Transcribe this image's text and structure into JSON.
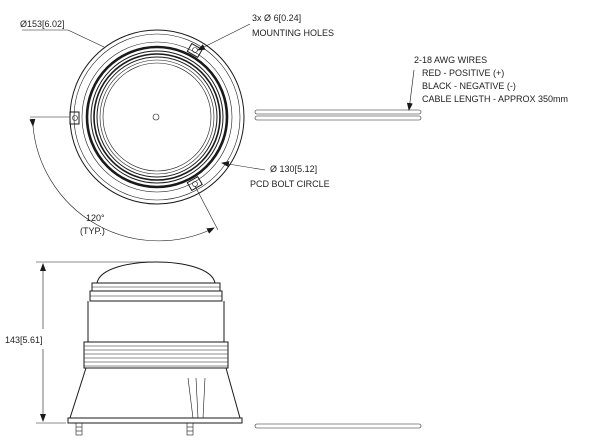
{
  "top_view": {
    "outer_diameter": {
      "symbol": "Ø",
      "value": "153",
      "alt_value": "[6.02]"
    },
    "mounting_holes": {
      "count_prefix": "3x",
      "symbol": "Ø",
      "value": "6",
      "alt_value": "[0.24]",
      "label": "MOUNTING HOLES"
    },
    "bolt_circle": {
      "symbol": "Ø",
      "value": "130",
      "alt_value": "[5.12]",
      "label": "PCD BOLT CIRCLE"
    },
    "angle": {
      "value": "120°",
      "note": "(TYP.)"
    }
  },
  "wires": {
    "lines": [
      "2-18 AWG WIRES",
      "RED - POSITIVE (+)",
      "BLACK - NEGATIVE (-)",
      "CABLE LENGTH - APPROX 350mm"
    ]
  },
  "side_view": {
    "height": {
      "value": "143",
      "alt_value": "[5.61]"
    }
  }
}
